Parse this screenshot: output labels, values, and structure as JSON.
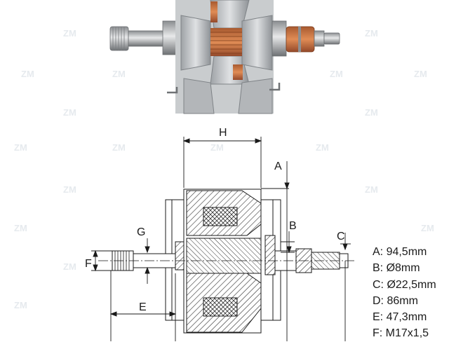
{
  "watermark": "ZM",
  "dimension_letters": {
    "H": "H",
    "A": "A",
    "B": "B",
    "C": "C",
    "G": "G",
    "F": "F",
    "E": "E"
  },
  "specs": [
    {
      "text": "A: 94,5mm"
    },
    {
      "text": "B: Ø8mm"
    },
    {
      "text": "C: Ø22,5mm"
    },
    {
      "text": "D: 86mm"
    },
    {
      "text": "E: 47,3mm"
    },
    {
      "text": "F: M17x1,5"
    }
  ],
  "colors": {
    "steel": "#b9bcbf",
    "copper": "#c46a3a",
    "line": "#1a1a1a",
    "watermark": "#e8ecef"
  }
}
